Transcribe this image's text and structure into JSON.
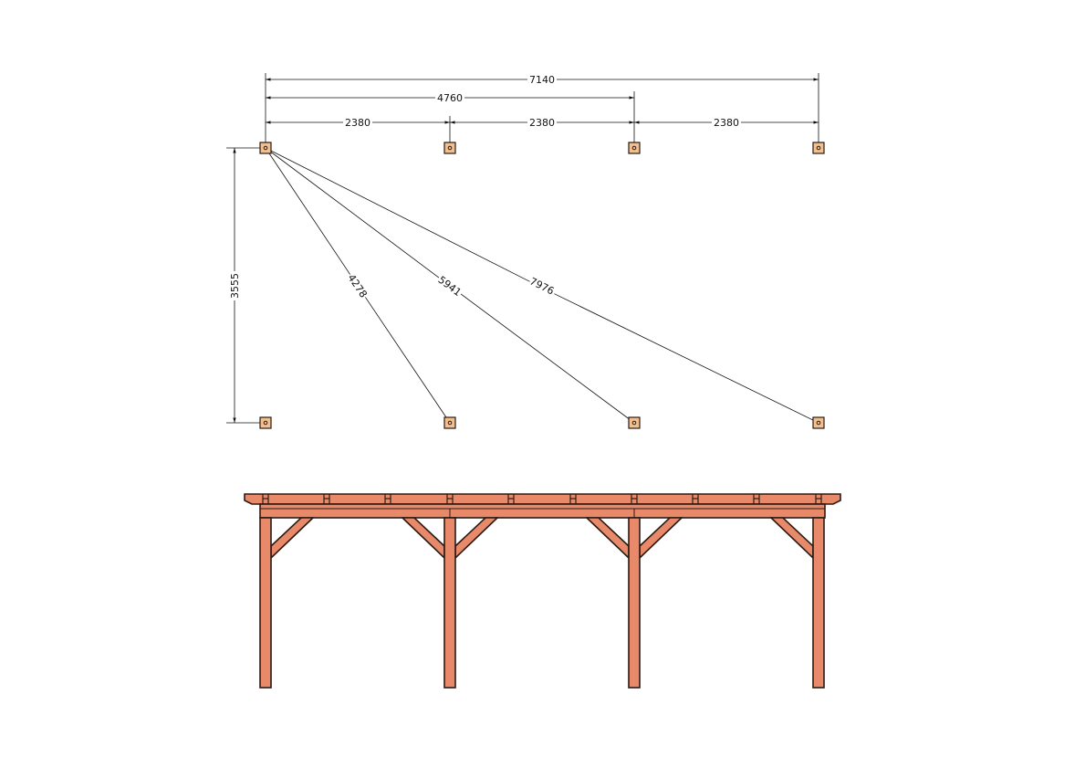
{
  "plan": {
    "overall_width": "7140",
    "partial_width": "4760",
    "bay_widths": [
      "2380",
      "2380",
      "2380"
    ],
    "depth": "3555",
    "diagonals": [
      "4278",
      "5941",
      "7976"
    ]
  },
  "colors": {
    "wood": "#e8896a",
    "footing": "#f2c08f",
    "outline": "#2a1a14",
    "dimension_line": "#111111"
  }
}
